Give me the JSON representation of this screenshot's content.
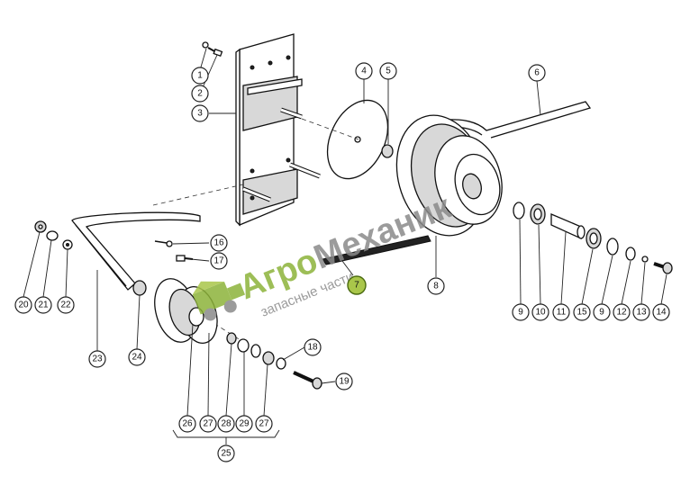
{
  "callouts": {
    "c1": "1",
    "c2": "2",
    "c3": "3",
    "c4": "4",
    "c5": "5",
    "c6": "6",
    "c7": "7",
    "c8": "8",
    "c9a": "9",
    "c10": "10",
    "c11": "11",
    "c15": "15",
    "c9b": "9",
    "c12": "12",
    "c13": "13",
    "c14": "14",
    "c16": "16",
    "c17": "17",
    "c20": "20",
    "c21": "21",
    "c22": "22",
    "c23": "23",
    "c24": "24",
    "c18": "18",
    "c19": "19",
    "c26": "26",
    "c27a": "27",
    "c28": "28",
    "c29": "29",
    "c27b": "27",
    "c25": "25"
  },
  "watermark": {
    "brand_part1": "Агро",
    "brand_part2": "Механик",
    "tagline": "запасные части",
    "color_green": "#8db33a",
    "color_gray": "#8a8a8a"
  },
  "highlight_color": "#a9c64a"
}
